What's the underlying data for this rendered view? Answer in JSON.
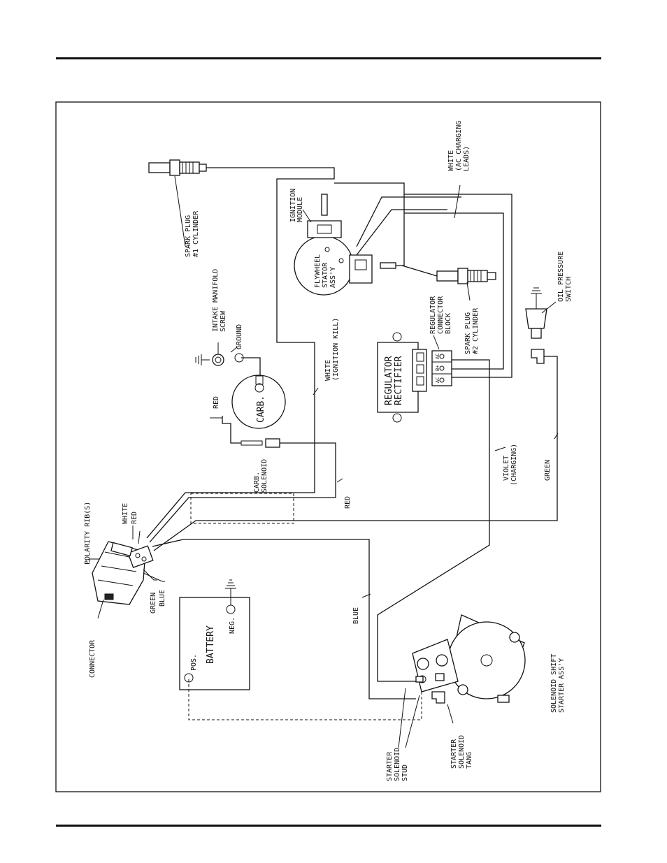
{
  "labels": {
    "connector": "CONNECTOR",
    "polarity_ribs": "POLARITY RIB(S)",
    "white": "WHITE",
    "red": "RED",
    "green": "GREEN",
    "blue": "BLUE",
    "battery": "BATTERY",
    "pos": "POS.",
    "neg": "NEG.",
    "blue_wire": "BLUE",
    "red_wire": "RED",
    "red_carb": "RED",
    "carb": "CARB.",
    "carb_solenoid_1": "CARB.",
    "carb_solenoid_2": "SOLENOID",
    "ground": "GROUND",
    "intake_1": "INTAKE MANIFOLD",
    "intake_2": "SCREW",
    "white_kill_1": "WHITE",
    "white_kill_2": "(IGNITION KILL)",
    "spark1_1": "SPARK PLUG",
    "spark1_2": "#1 CYLINDER",
    "ignition_1": "IGNITION",
    "ignition_2": "MODULE",
    "flywheel_1": "FLYWHEEL",
    "flywheel_2": "STATOR",
    "flywheel_3": "ASS'Y",
    "white_ac_1": "WHITE",
    "white_ac_2": "(AC CHARGING",
    "white_ac_3": "LEADS)",
    "reg_rect_1": "REGULATOR",
    "reg_rect_2": "RECTIFIER",
    "reg_block_1": "REGULATOR",
    "reg_block_2": "CONNECTOR",
    "reg_block_3": "BLOCK",
    "spark2_1": "SPARK PLUG",
    "spark2_2": "#2 CYLINDER",
    "oil_1": "OIL PRESSURE",
    "oil_2": "SWITCH",
    "violet_1": "VIOLET",
    "violet_2": "(CHARGING)",
    "green_wire": "GREEN",
    "starter_1": "SOLENOID SHIFT",
    "starter_2": "STARTER ASS'Y",
    "stud_1": "STARTER",
    "stud_2": "SOLENOID",
    "stud_3": "STUD",
    "tang_1": "STARTER",
    "tang_2": "SOLENOID",
    "tang_3": "TANG",
    "term_ac1": "AC",
    "term_b": "B+",
    "term_ac2": "AC"
  }
}
